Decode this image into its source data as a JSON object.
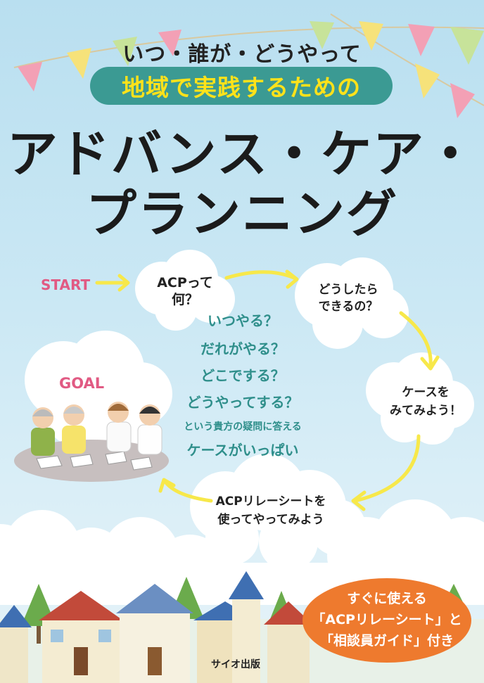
{
  "cover": {
    "subtitle": "いつ・誰が・どうやって",
    "banner": "地域で実践するための",
    "title_line1": "アドバンス・ケア・",
    "title_line2": "プランニング"
  },
  "flow": {
    "start": "START",
    "goal": "GOAL",
    "step1_line1": "ACPって",
    "step1_line2": "何？",
    "step2_line1": "どうしたら",
    "step2_line2": "できるの？",
    "step3_line1": "ケースを",
    "step3_line2": "みてみよう！",
    "step4_line1": "ACPリレーシートを",
    "step4_line2": "使ってやってみよう"
  },
  "questions": {
    "q1": "いつやる？",
    "q2": "だれがやる？",
    "q3": "どこでする？",
    "q4": "どうやってする？",
    "q5": "という貴方の疑問に答える",
    "q6": "ケースがいっぱい"
  },
  "badge": {
    "line1": "すぐに使える",
    "line2": "「ACPリレーシート」と",
    "line3": "「相談員ガイド」付き"
  },
  "publisher": "サイオ出版",
  "colors": {
    "accent_teal": "#3b9a93",
    "banner_text": "#ffe21a",
    "pink_label": "#e15a83",
    "question_text": "#2f8f8b",
    "badge": "#ee7a2e",
    "arrow": "#f7e84a"
  }
}
